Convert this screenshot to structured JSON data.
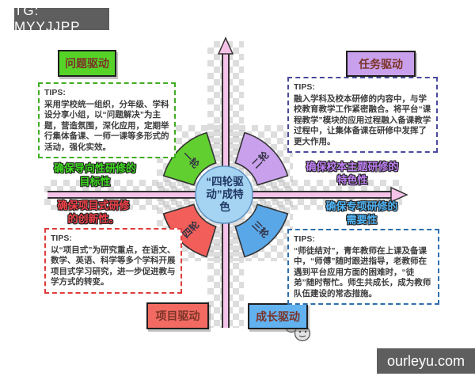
{
  "header": {
    "tag": "TG: MYYJJPP"
  },
  "watermark": "ourleyu.com",
  "center": {
    "label": "“四轮驱动”成特色",
    "fill": "#a5d3f2"
  },
  "axis_color": "#f6c3e8",
  "wheels": [
    {
      "label": "一轮",
      "position": "top-left",
      "color": "#62cf31"
    },
    {
      "label": "二轮",
      "position": "top-right",
      "color": "#c9a0ec"
    },
    {
      "label": "三轮",
      "position": "bottom-right",
      "color": "#5aa7e8"
    },
    {
      "label": "四轮",
      "position": "bottom-left",
      "color": "#f25f5a"
    }
  ],
  "quadrants": {
    "top_left": {
      "title": "问题驱动",
      "color": "#55d427",
      "tips_heading": "TIPS:",
      "tips": "采用学校统一组织，分年级、学科设分享小组，以“问题解决”为主题，营造氛围，深化应用，定期举行集体备课、一师一课等多形式的活动，强化实效。"
    },
    "top_right": {
      "title": "任务驱动",
      "color": "#c9a0ec",
      "tips_heading": "TIPS:",
      "tips": "融入学科及校本研修的内容中，与学校教育教学工作紧密融合。将平台“课程教学”模块的应用过程融入备课教学过程中，让集体备课在研修中发挥了更大作用。"
    },
    "bottom_left": {
      "title": "项目驱动",
      "color": "#f26a62",
      "tips_heading": "TIPS:",
      "tips": "以“项目式”为研究重点，在语文、数学、英语、科学等多个学科开展项目式学习研究，进一步促进教与学方式的转变。"
    },
    "bottom_right": {
      "title": "成长驱动",
      "color": "#62b2f0",
      "tips_heading": "TIPS:",
      "tips": "“师徒结对”，青年教师在上课及备课中，“师傅”随时跟进指导，老教师在遇到平台应用方面的困难时，“徒弟”随时帮忙。师生共成长，成为教师队伍建设的常态措施。"
    }
  },
  "axis_labels": {
    "left_top": {
      "line1": "确保导向性研修的",
      "line2": "目标性",
      "color": "#3ddb1f"
    },
    "left_bottom": {
      "line1": "确保项目式研修",
      "line2": "的创新性。",
      "color": "#f04048"
    },
    "right_top": {
      "line1": "确保校本主题研修的",
      "line2": "特色性",
      "color": "#bf7ff2"
    },
    "right_bottom": {
      "line1": "确保专项研修的",
      "line2": "需要性",
      "color": "#4fb3f5"
    }
  }
}
